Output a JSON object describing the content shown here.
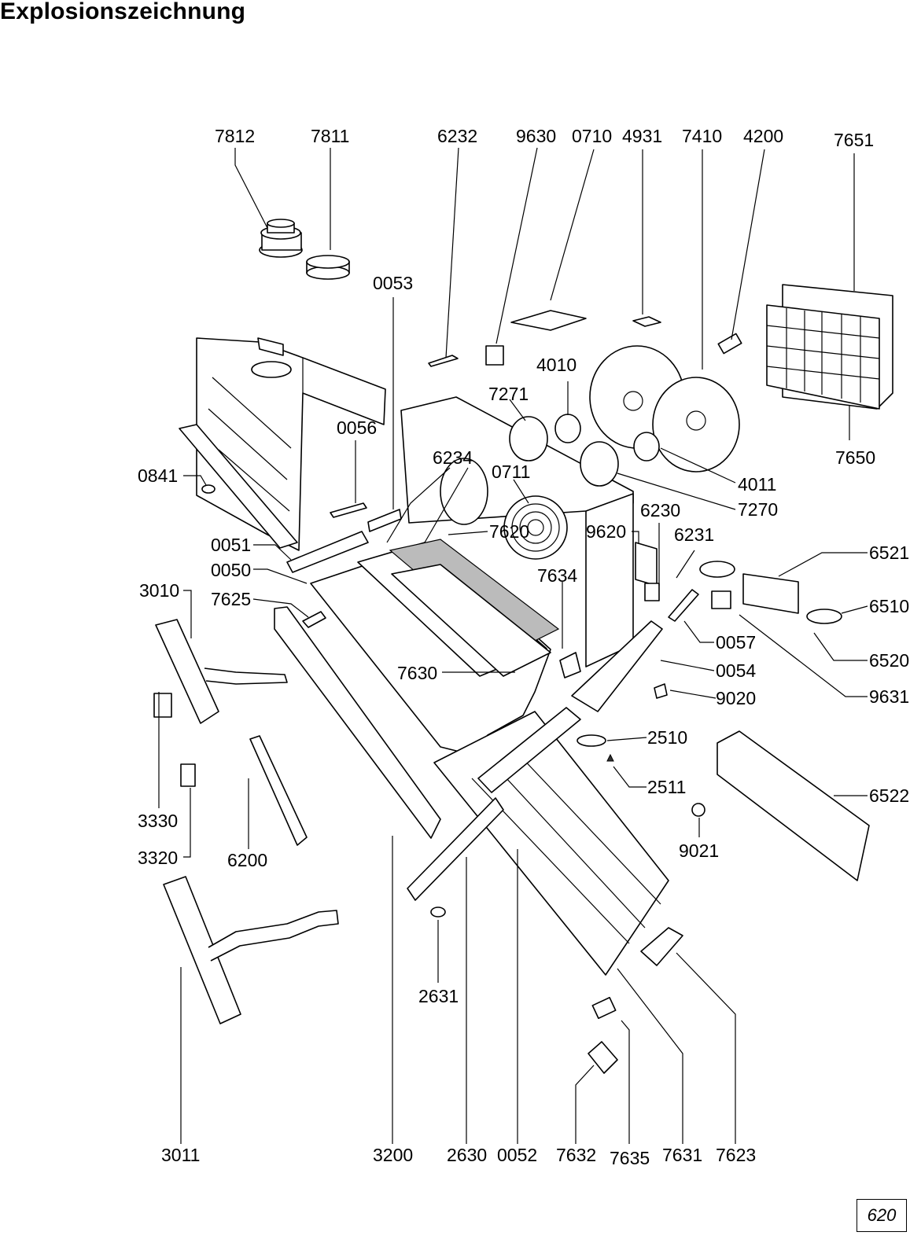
{
  "title": "Explosionszeichnung",
  "page_number": "620",
  "labels": {
    "7812": "7812",
    "7811": "7811",
    "6232": "6232",
    "9630": "9630",
    "0710": "0710",
    "4931": "4931",
    "7410": "7410",
    "4200": "4200",
    "7651": "7651",
    "0053": "0053",
    "4010": "4010",
    "7271": "7271",
    "0056": "0056",
    "6234": "6234",
    "0711": "0711",
    "0841": "0841",
    "4011": "4011",
    "7270": "7270",
    "7650": "7650",
    "6230": "6230",
    "9620": "9620",
    "6231": "6231",
    "0051": "0051",
    "7620": "7620",
    "6521": "6521",
    "0050": "0050",
    "7634": "7634",
    "3010": "3010",
    "7625": "7625",
    "6510": "6510",
    "0057": "0057",
    "6520": "6520",
    "0054": "0054",
    "7630": "7630",
    "9631": "9631",
    "9020": "9020",
    "2510": "2510",
    "2511": "2511",
    "6522": "6522",
    "3330": "3330",
    "9021": "9021",
    "3320": "3320",
    "6200": "6200",
    "2631": "2631",
    "3011": "3011",
    "3200": "3200",
    "2630": "2630",
    "0052": "0052",
    "7632": "7632",
    "7635": "7635",
    "7631": "7631",
    "7623": "7623"
  }
}
